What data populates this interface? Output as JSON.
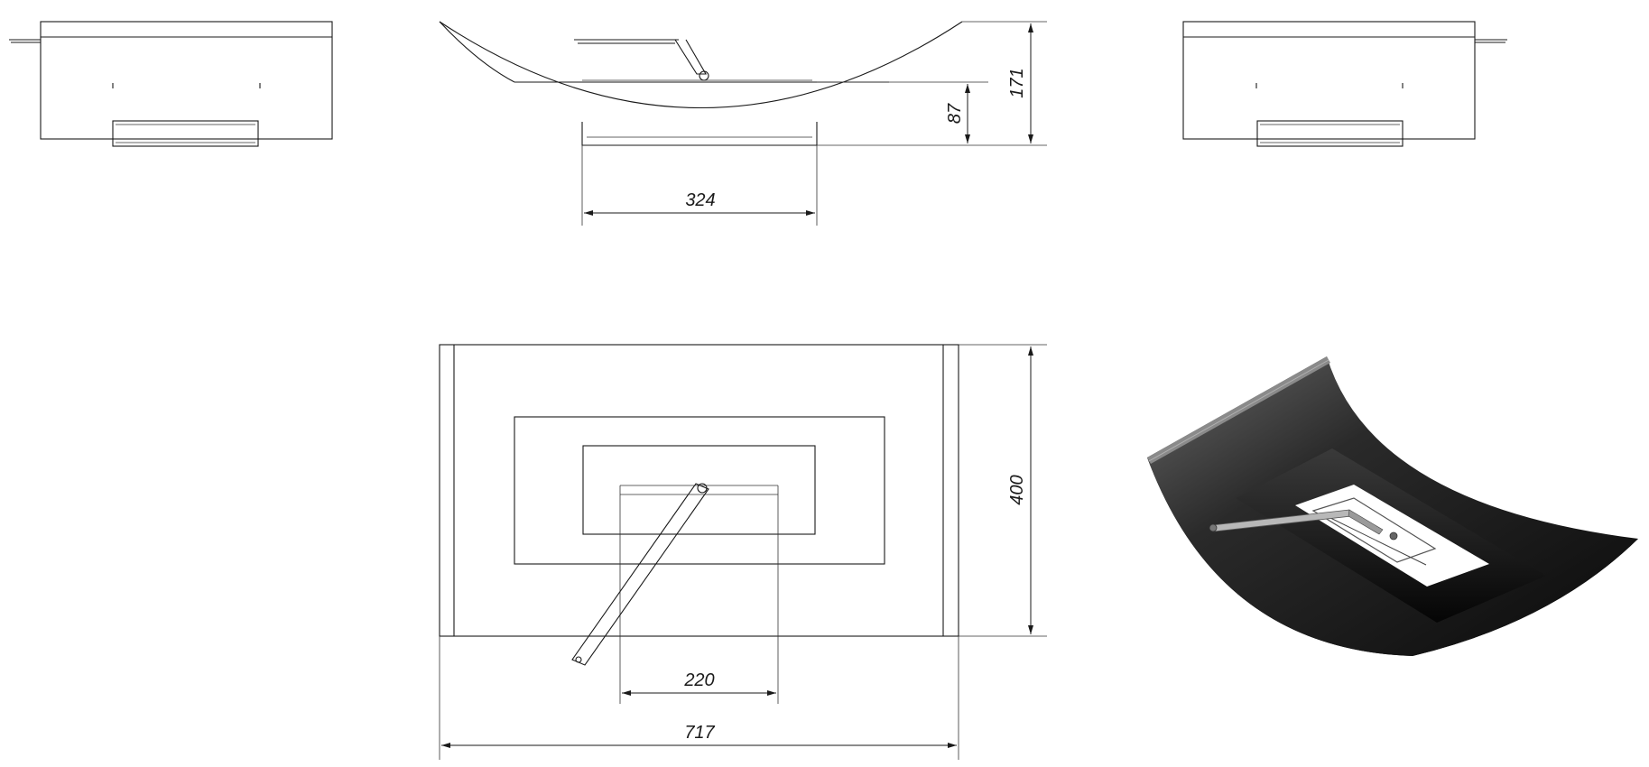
{
  "dimensions": {
    "side_base_width": "324",
    "side_height_bowl": "87",
    "side_height_total": "171",
    "plan_width_total": "717",
    "plan_burner_width": "220",
    "plan_depth": "400"
  },
  "colors": {
    "line": "#1a1a1a",
    "render_body": "#1e1e1e",
    "render_highlight": "#8a8a8a",
    "burner_opening": "#ffffff"
  }
}
